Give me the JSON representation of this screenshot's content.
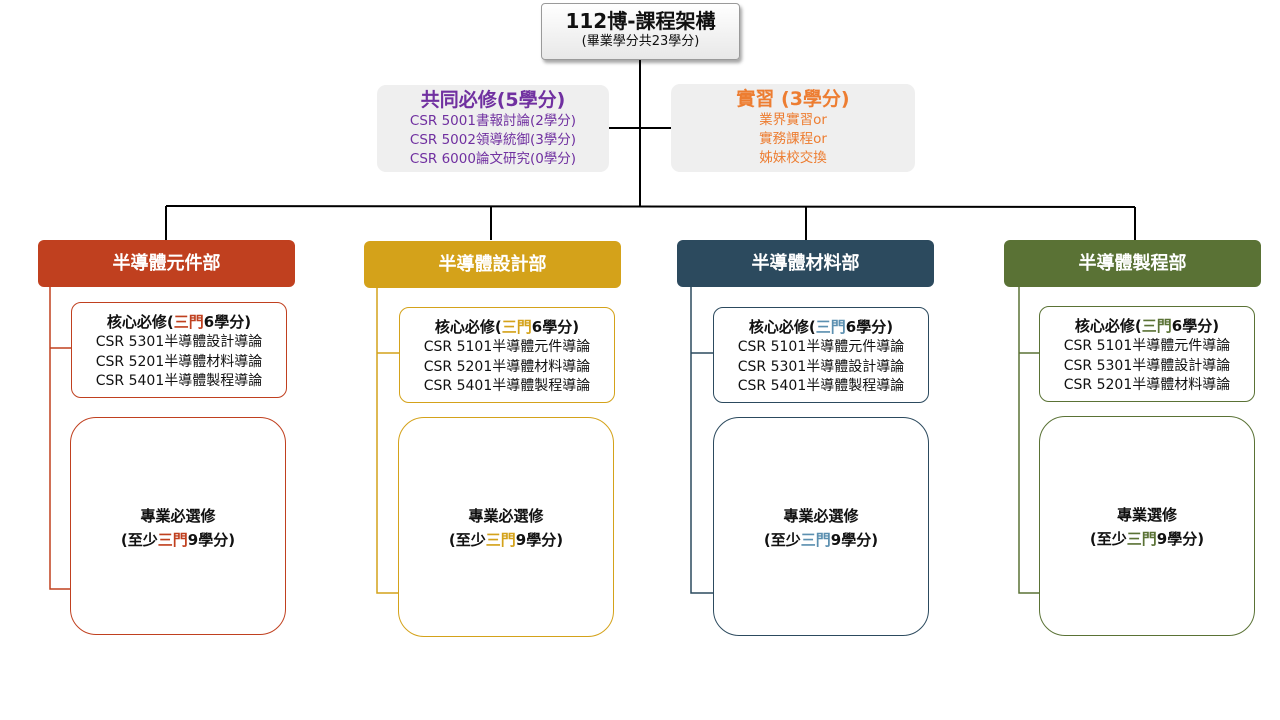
{
  "root": {
    "title": "112博-課程架構",
    "subtitle": "(畢業學分共23學分)"
  },
  "common": {
    "title": "共同必修(5學分)",
    "items": [
      "CSR 5001書報討論(2學分)",
      "CSR 5002領導統御(3學分)",
      "CSR 6000論文研究(0學分)"
    ],
    "color": "#7030A0"
  },
  "internship": {
    "title": "實習 (3學分)",
    "items": [
      "業界實習or",
      "實務課程or",
      "姊妹校交換"
    ],
    "color": "#ED7D31"
  },
  "departments": [
    {
      "name": "半導體元件部",
      "color": "#C0401F",
      "core": {
        "prefix": "核心必修(",
        "highlight": "三門",
        "suffix": "6學分)",
        "items": [
          "CSR 5301半導體設計導論",
          "CSR 5201半導體材料導論",
          "CSR 5401半導體製程導論"
        ]
      },
      "elective": {
        "title": "專業必選修",
        "prefix": "(至少",
        "highlight": "三門",
        "suffix": "9學分)"
      }
    },
    {
      "name": "半導體設計部",
      "color": "#D4A21A",
      "core": {
        "prefix": "核心必修(",
        "highlight": "三門",
        "suffix": "6學分)",
        "items": [
          "CSR 5101半導體元件導論",
          "CSR 5201半導體材料導論",
          "CSR 5401半導體製程導論"
        ]
      },
      "elective": {
        "title": "專業必選修",
        "prefix": "(至少",
        "highlight": "三門",
        "suffix": "9學分)"
      }
    },
    {
      "name": "半導體材料部",
      "color": "#2C4A5E",
      "core": {
        "prefix": "核心必修(",
        "highlight": "三門",
        "suffix": "6學分)",
        "items": [
          "CSR 5101半導體元件導論",
          "CSR 5301半導體設計導論",
          "CSR 5401半導體製程導論"
        ]
      },
      "elective": {
        "title": "專業必選修",
        "prefix": "(至少",
        "highlight": "三門",
        "suffix": "9學分)"
      }
    },
    {
      "name": "半導體製程部",
      "color": "#5A7235",
      "core": {
        "prefix": "核心必修(",
        "highlight": "三門",
        "suffix": "6學分)",
        "items": [
          "CSR 5101半導體元件導論",
          "CSR 5301半導體設計導論",
          "CSR 5201半導體材料導論"
        ]
      },
      "elective": {
        "title": "專業選修",
        "prefix": "(至少",
        "highlight": "三門",
        "suffix": "9學分)"
      }
    }
  ],
  "colors": {
    "connector": "#000000",
    "highlight_outline": "#ffffff"
  }
}
